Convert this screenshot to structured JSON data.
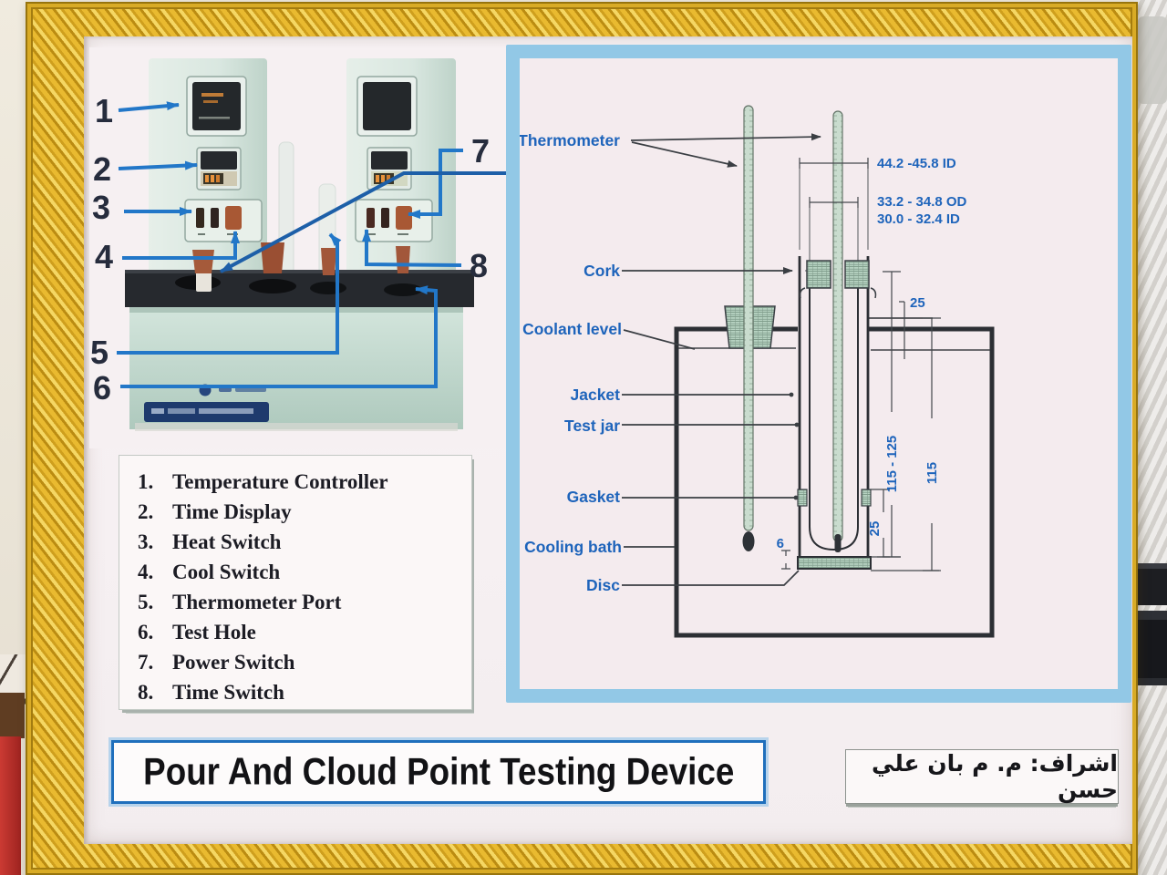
{
  "poster": {
    "title": "Pour And Cloud Point Testing Device",
    "supervisor": "اشراف: م. م بان علي حسن",
    "legend": {
      "items": [
        {
          "num": "1.",
          "label": "Temperature Controller"
        },
        {
          "num": "2.",
          "label": "Time Display"
        },
        {
          "num": "3.",
          "label": "Heat Switch"
        },
        {
          "num": "4.",
          "label": "Cool Switch"
        },
        {
          "num": "5.",
          "label": "Thermometer Port"
        },
        {
          "num": "6.",
          "label": "Test Hole"
        },
        {
          "num": "7.",
          "label": "Power Switch"
        },
        {
          "num": "8.",
          "label": "Time Switch"
        }
      ]
    },
    "photo": {
      "callouts": {
        "c1": "1",
        "c2": "2",
        "c3": "3",
        "c4": "4",
        "c5": "5",
        "c6": "6",
        "c7": "7",
        "c8": "8"
      }
    },
    "diagram": {
      "labels": {
        "thermometer": "Thermometer",
        "cork": "Cork",
        "coolant_level": "Coolant level",
        "jacket": "Jacket",
        "test_jar": "Test jar",
        "gasket": "Gasket",
        "cooling_bath": "Cooling bath",
        "disc": "Disc"
      },
      "dims": {
        "jacket_id": "44.2 -45.8 ID",
        "jar_od": "33.2 - 34.8 OD",
        "jar_id": "30.0 - 32.4 ID",
        "rim_offset": "25",
        "jar_depth": "115 - 125",
        "bath_depth": "115",
        "gasket_offset": "25",
        "disc_thickness": "6"
      }
    },
    "colors": {
      "frame_gold": "#d9a525",
      "callout_blue": "#2277c8",
      "diagram_border_blue": "#92c8e6",
      "label_blue": "#1e64bb",
      "title_border_blue": "#1f6fbc"
    }
  }
}
